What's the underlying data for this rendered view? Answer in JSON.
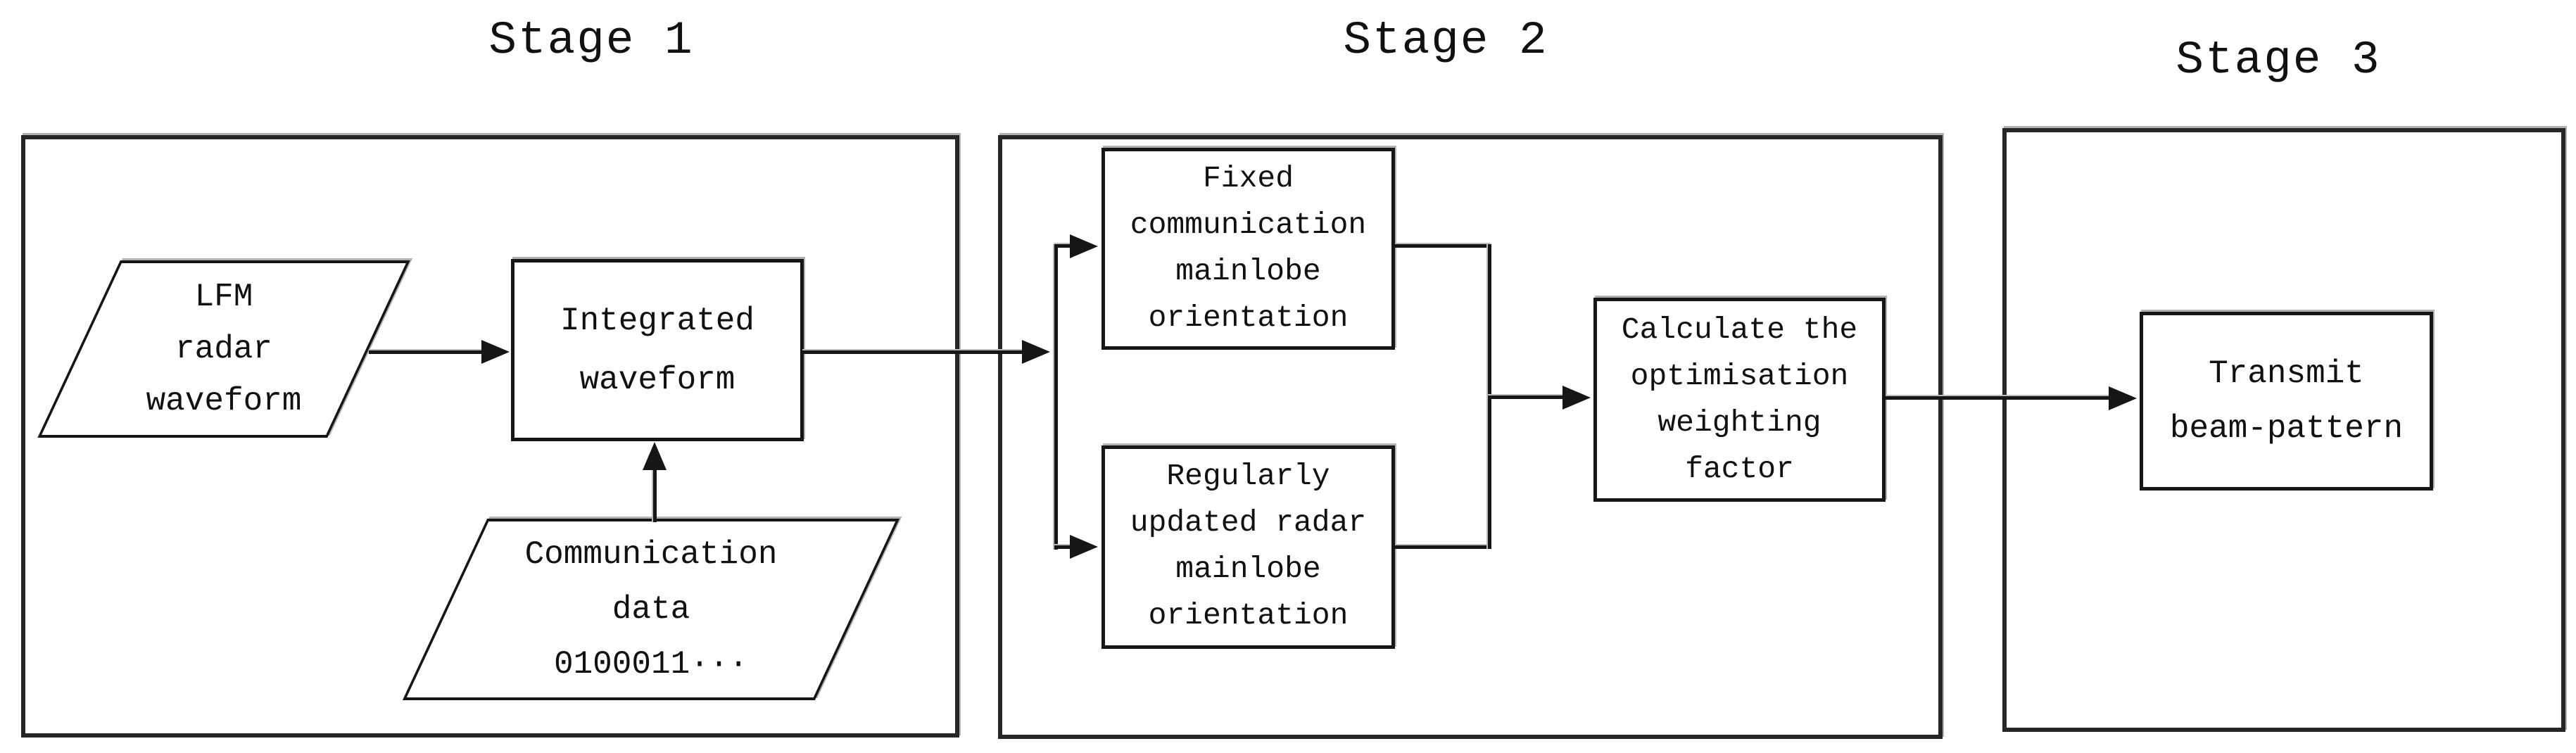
{
  "colors": {
    "ink": "#161616",
    "paper": "#ffffff",
    "scan_shadow": "#b2b2b2"
  },
  "stage_titles": [
    {
      "id": "stage1",
      "label": "Stage 1"
    },
    {
      "id": "stage2",
      "label": "Stage 2"
    },
    {
      "id": "stage3",
      "label": "Stage 3"
    }
  ],
  "nodes": {
    "lfm": {
      "shape": "parallelogram",
      "lines": [
        "LFM",
        "radar",
        "waveform"
      ]
    },
    "integrated": {
      "shape": "rect",
      "lines": [
        "Integrated",
        "waveform"
      ]
    },
    "comm": {
      "shape": "parallelogram",
      "lines": [
        "Communication",
        "data",
        "0100011···"
      ]
    },
    "fixed": {
      "shape": "rect",
      "lines": [
        "Fixed",
        "communication",
        "mainlobe",
        "orientation"
      ]
    },
    "regular": {
      "shape": "rect",
      "lines": [
        "Regularly",
        "updated radar",
        "mainlobe",
        "orientation"
      ]
    },
    "calc": {
      "shape": "rect",
      "lines": [
        "Calculate the",
        "optimisation",
        "weighting",
        "factor"
      ]
    },
    "transmit": {
      "shape": "rect",
      "lines": [
        "Transmit",
        "beam-pattern"
      ]
    }
  }
}
